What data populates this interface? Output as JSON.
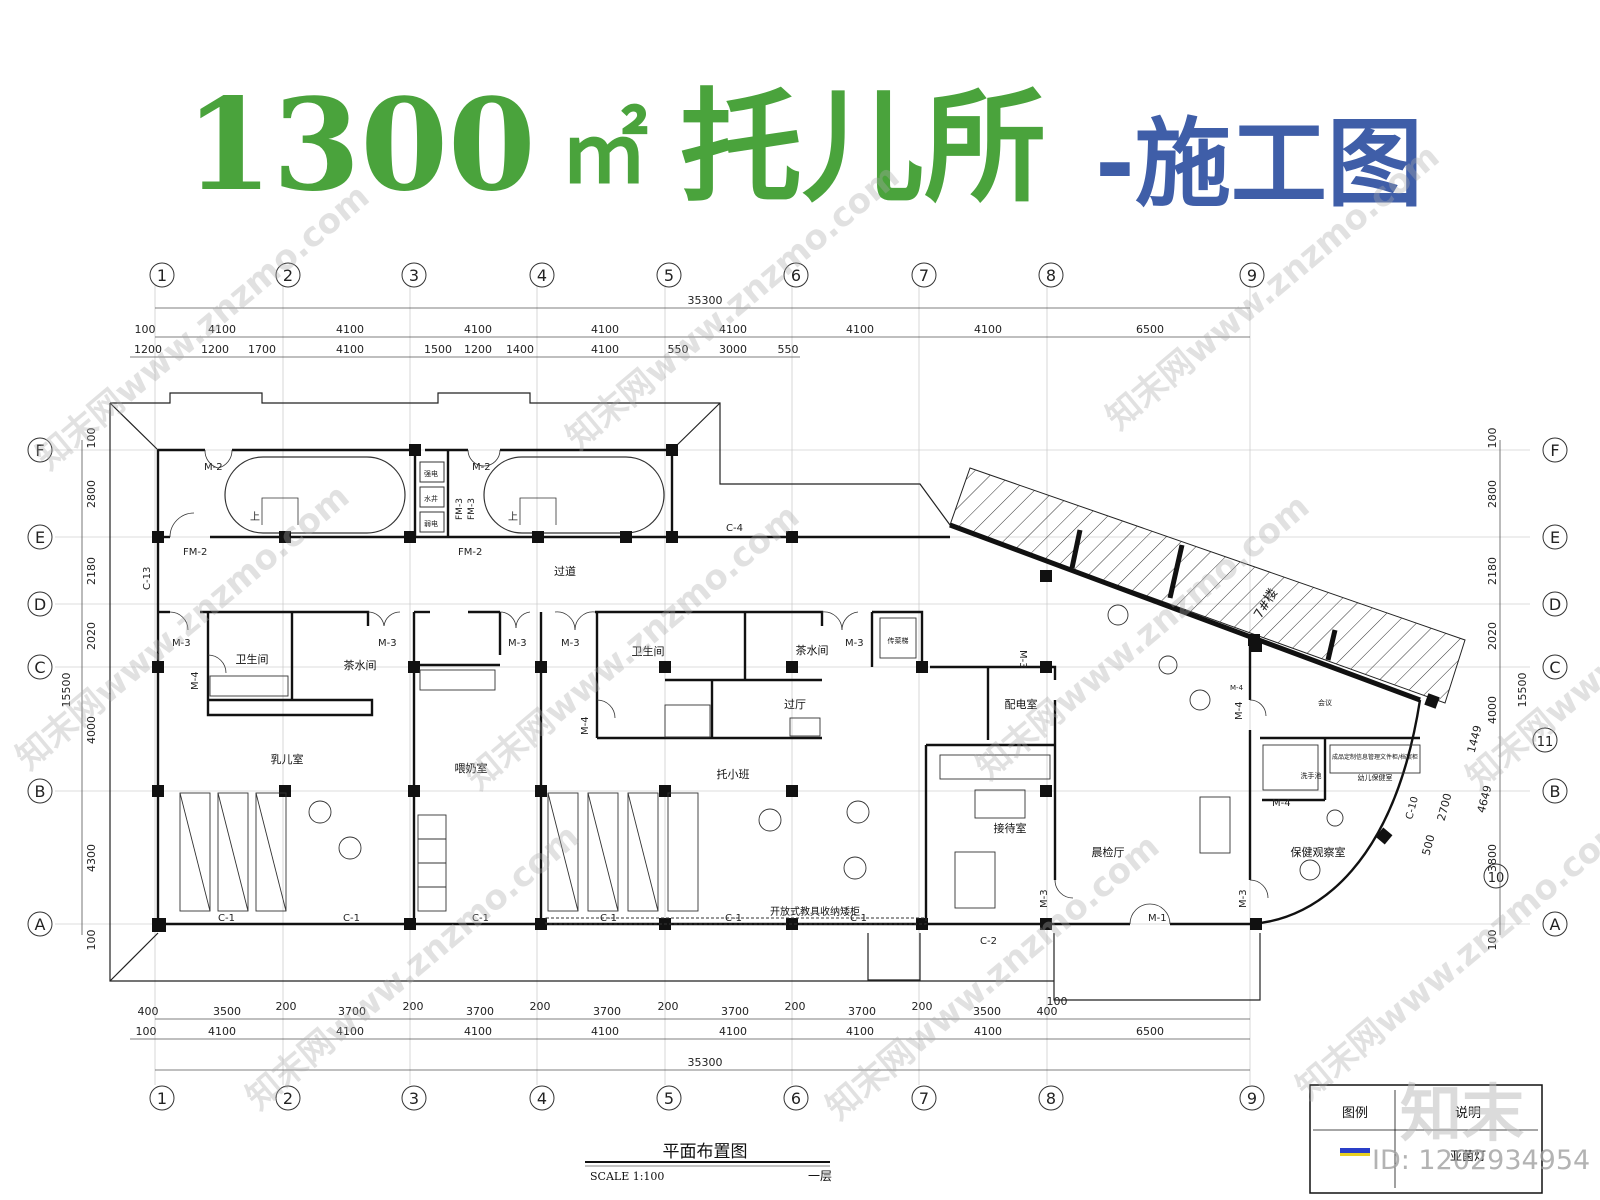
{
  "title": {
    "part1": "1300",
    "unit": "㎡",
    "part2": "托儿所",
    "part3": "-施工图",
    "color_main": "#4aa33c",
    "color_sub": "#3f5ea8"
  },
  "axes": {
    "columns": [
      "1",
      "2",
      "3",
      "4",
      "5",
      "6",
      "7",
      "8",
      "9"
    ],
    "rows": [
      "F",
      "E",
      "D",
      "C",
      "B",
      "A"
    ],
    "extra": [
      "11",
      "10"
    ]
  },
  "dims_top": {
    "overall": "35300",
    "row1": [
      "100",
      "4100",
      "4100",
      "4100",
      "4100",
      "4100",
      "4100",
      "4100",
      "6500"
    ],
    "row2": [
      "1200",
      "1200",
      "1700",
      "4100",
      "1500",
      "1200",
      "1400",
      "4100",
      "550",
      "3000",
      "550"
    ]
  },
  "dims_bottom": {
    "overall": "35300",
    "row1": [
      "400",
      "3500",
      "200",
      "3700",
      "200",
      "3700",
      "200",
      "3700",
      "200",
      "3700",
      "200",
      "3700",
      "200",
      "3500",
      "400",
      "100"
    ],
    "row2": [
      "100",
      "4100",
      "4100",
      "4100",
      "4100",
      "4100",
      "4100",
      "4100",
      "6500"
    ]
  },
  "dims_left": {
    "overall": "15500",
    "parts": [
      "100",
      "2800",
      "2180",
      "2020",
      "4000",
      "4300",
      "100"
    ]
  },
  "dims_right": {
    "overall": "15500",
    "parts": [
      "100",
      "2800",
      "2180",
      "2020",
      "4000",
      "3800",
      "100"
    ],
    "diag": [
      "1449",
      "2700",
      "4649",
      "500"
    ]
  },
  "rooms": {
    "corridor": "过道",
    "wc1": "卫生间",
    "tea1": "茶水间",
    "infant": "乳儿室",
    "feeding": "喂奶室",
    "wc2": "卫生间",
    "tea2": "茶水间",
    "hall": "过厅",
    "toddler": "托小班",
    "power": "配电室",
    "reception": "接待室",
    "morning": "晨检厅",
    "health": "保健观察室",
    "stair7": "7#楼",
    "cabinet": "开放式教具收纳矮柜",
    "elevator": "传菜梯",
    "office": "会议",
    "handwash": "洗手池",
    "child": "幼儿保健室",
    "filecab": "成品定制信息管理文件柜/档案柜"
  },
  "doors": [
    "M-2",
    "M-2",
    "FM-2",
    "FM-2",
    "C-4",
    "C-13",
    "M-3",
    "M-3",
    "M-3",
    "M-3",
    "M-3",
    "M-3",
    "M-4",
    "M-4",
    "M-4",
    "M-4",
    "M-4",
    "M-3",
    "M-3",
    "M-1",
    "C-1",
    "C-1",
    "C-1",
    "C-1",
    "C-1",
    "C-1",
    "C-2",
    "C-10",
    "FM-3",
    "FM-3"
  ],
  "small_labels": {
    "pipe1": "强电",
    "pipe2": "水井",
    "pipe3": "弱电",
    "up": "上"
  },
  "footer": {
    "plan_title": "平面布置图",
    "scale": "SCALE 1:100",
    "floor": "一层"
  },
  "legend": {
    "h1": "图例",
    "h2": "说明",
    "item": "亚菌灯"
  },
  "watermark": {
    "text": "知末网www.znzmo.com",
    "brand": "知末",
    "id": "ID: 1202934954"
  }
}
